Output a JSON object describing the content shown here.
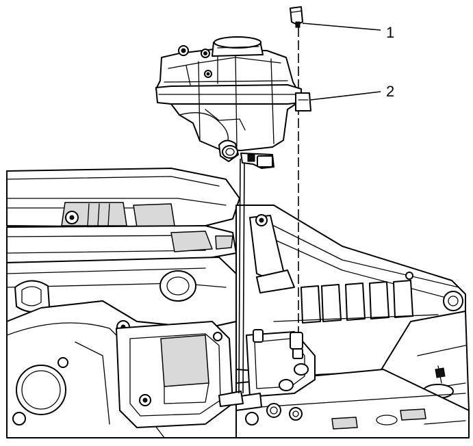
{
  "diagram": {
    "callouts": [
      {
        "id": "callout-1",
        "label": "1"
      },
      {
        "id": "callout-2",
        "label": "2"
      }
    ]
  }
}
